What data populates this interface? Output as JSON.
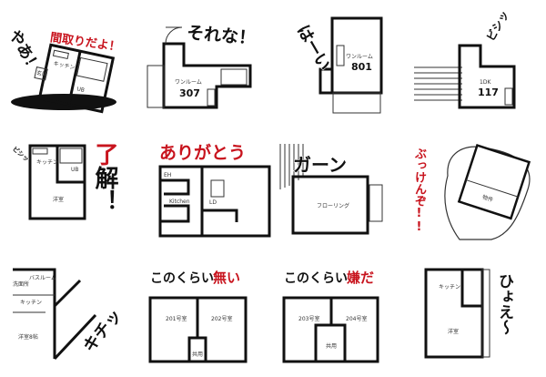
{
  "colors": {
    "accent_red": "#c8141e",
    "ink": "#111111"
  },
  "stickers": [
    {
      "shout": "やあ！",
      "title": "間取りだよ！",
      "rooms": [
        "キッチン",
        "玄関",
        "UB"
      ]
    },
    {
      "shout": "それな！",
      "room_type": "ワンルーム",
      "room_no": "307"
    },
    {
      "shout": "はーい",
      "room_type": "ワンルーム",
      "room_no": "801"
    },
    {
      "shout": "ビシッ",
      "room_type": "1DK",
      "room_no": "117"
    },
    {
      "shout": "ビシッ",
      "title": "了解！",
      "rooms": [
        "キッチン",
        "UB",
        "洋室"
      ]
    },
    {
      "title": "ありがとう",
      "rooms": [
        "EH",
        "Kitchen",
        "LD"
      ]
    },
    {
      "shout": "ガーン",
      "rooms": [
        "フローリング"
      ]
    },
    {
      "title": "ぶっけんぞ!!",
      "card": "物件"
    },
    {
      "shout": "キチッ",
      "rooms": [
        "洗面所",
        "バスルーム",
        "キッチン",
        "洋室8帖"
      ]
    },
    {
      "shout": "このくらい",
      "title": "無い",
      "rooms": [
        "201号室",
        "202号室",
        "共用"
      ]
    },
    {
      "shout": "このくらい",
      "title": "嫌だ",
      "rooms": [
        "203号室",
        "204号室",
        "共用"
      ]
    },
    {
      "shout": "ひょえ〜",
      "rooms": [
        "キッチン",
        "洋室"
      ]
    }
  ]
}
